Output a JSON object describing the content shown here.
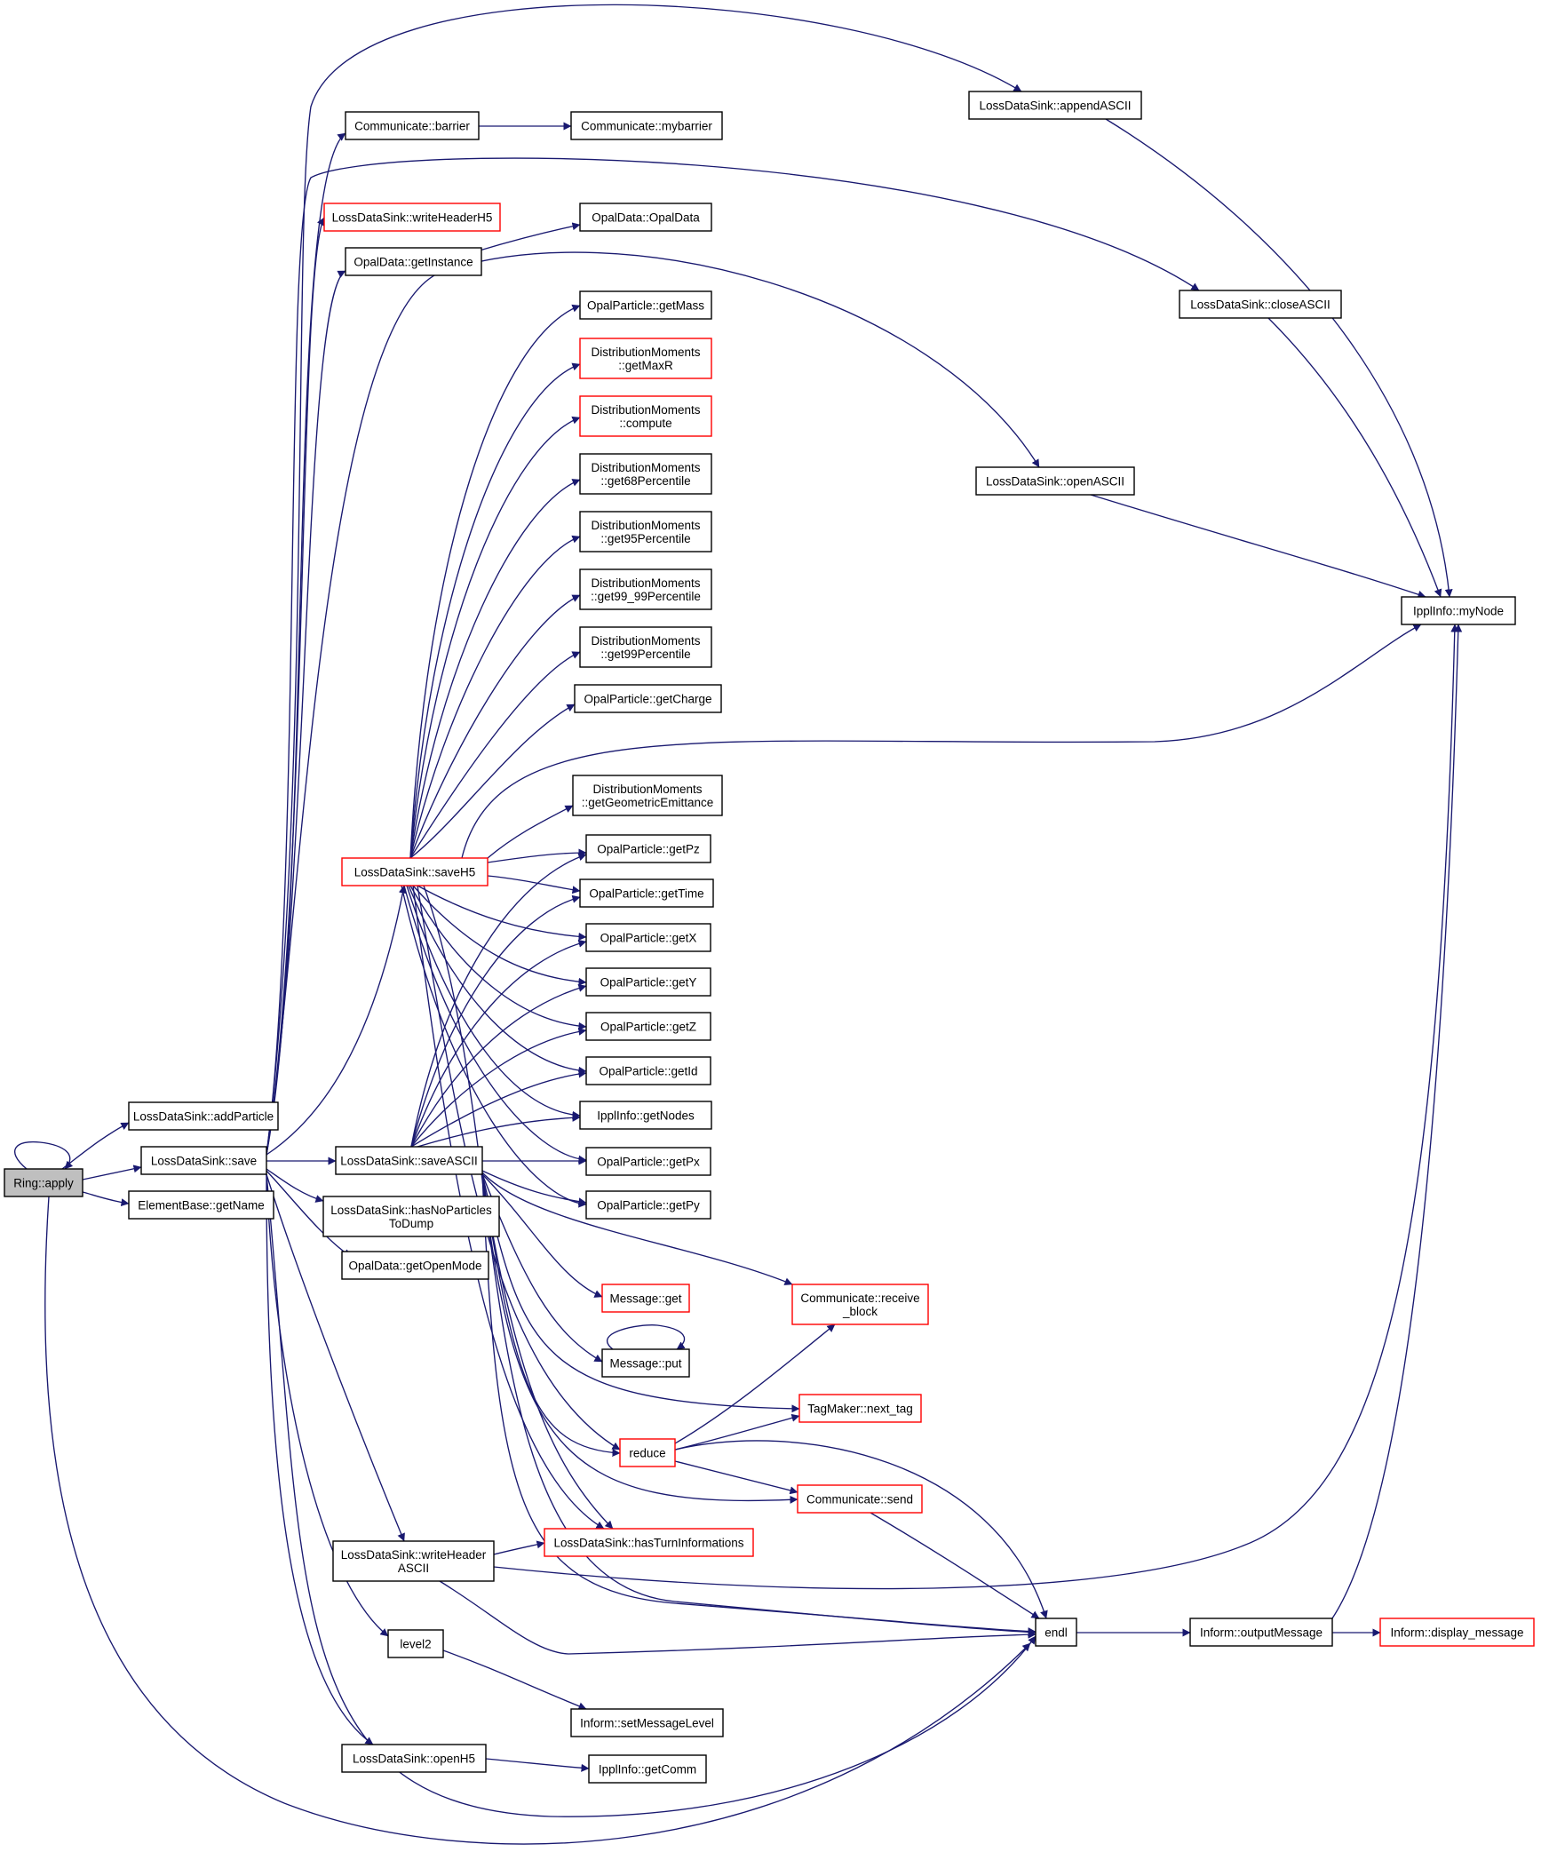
{
  "colors": {
    "edge": "#191970",
    "node_border": "#000000",
    "node_border_truncated": "#ff0000",
    "root_fill": "#bfbfbf",
    "node_fill": "#ffffff"
  },
  "graph": {
    "nodes": [
      {
        "id": "ring_apply",
        "lines": [
          "Ring::apply"
        ],
        "root": true
      },
      {
        "id": "add_particle",
        "lines": [
          "LossDataSink::addParticle"
        ]
      },
      {
        "id": "save",
        "lines": [
          "LossDataSink::save"
        ]
      },
      {
        "id": "get_name",
        "lines": [
          "ElementBase::getName"
        ]
      },
      {
        "id": "barrier",
        "lines": [
          "Communicate::barrier"
        ]
      },
      {
        "id": "mybarrier",
        "lines": [
          "Communicate::mybarrier"
        ]
      },
      {
        "id": "append_ascii",
        "lines": [
          "LossDataSink::appendASCII"
        ]
      },
      {
        "id": "write_header_h5",
        "lines": [
          "LossDataSink::writeHeaderH5"
        ],
        "truncated": true
      },
      {
        "id": "opal_get_instance",
        "lines": [
          "OpalData::getInstance"
        ]
      },
      {
        "id": "opal_ctor",
        "lines": [
          "OpalData::OpalData"
        ]
      },
      {
        "id": "close_ascii",
        "lines": [
          "LossDataSink::closeASCII"
        ]
      },
      {
        "id": "get_mass",
        "lines": [
          "OpalParticle::getMass"
        ]
      },
      {
        "id": "get_max_r",
        "lines": [
          "DistributionMoments",
          "::getMaxR"
        ],
        "truncated": true
      },
      {
        "id": "compute",
        "lines": [
          "DistributionMoments",
          "::compute"
        ],
        "truncated": true
      },
      {
        "id": "p68",
        "lines": [
          "DistributionMoments",
          "::get68Percentile"
        ]
      },
      {
        "id": "p95",
        "lines": [
          "DistributionMoments",
          "::get95Percentile"
        ]
      },
      {
        "id": "p99_99",
        "lines": [
          "DistributionMoments",
          "::get99_99Percentile"
        ]
      },
      {
        "id": "p99",
        "lines": [
          "DistributionMoments",
          "::get99Percentile"
        ]
      },
      {
        "id": "open_ascii",
        "lines": [
          "LossDataSink::openASCII"
        ]
      },
      {
        "id": "my_node",
        "lines": [
          "IpplInfo::myNode"
        ]
      },
      {
        "id": "get_charge",
        "lines": [
          "OpalParticle::getCharge"
        ]
      },
      {
        "id": "geo_emit",
        "lines": [
          "DistributionMoments",
          "::getGeometricEmittance"
        ]
      },
      {
        "id": "save_h5",
        "lines": [
          "LossDataSink::saveH5"
        ],
        "truncated": true
      },
      {
        "id": "get_pz",
        "lines": [
          "OpalParticle::getPz"
        ]
      },
      {
        "id": "get_time",
        "lines": [
          "OpalParticle::getTime"
        ]
      },
      {
        "id": "get_x",
        "lines": [
          "OpalParticle::getX"
        ]
      },
      {
        "id": "get_y",
        "lines": [
          "OpalParticle::getY"
        ]
      },
      {
        "id": "get_z",
        "lines": [
          "OpalParticle::getZ"
        ]
      },
      {
        "id": "get_id",
        "lines": [
          "OpalParticle::getId"
        ]
      },
      {
        "id": "get_nodes",
        "lines": [
          "IpplInfo::getNodes"
        ]
      },
      {
        "id": "save_ascii",
        "lines": [
          "LossDataSink::saveASCII"
        ]
      },
      {
        "id": "get_px",
        "lines": [
          "OpalParticle::getPx"
        ]
      },
      {
        "id": "get_py",
        "lines": [
          "OpalParticle::getPy"
        ]
      },
      {
        "id": "has_no_particles",
        "lines": [
          "LossDataSink::hasNoParticles",
          "ToDump"
        ]
      },
      {
        "id": "get_open_mode",
        "lines": [
          "OpalData::getOpenMode"
        ]
      },
      {
        "id": "message_get",
        "lines": [
          "Message::get"
        ],
        "truncated": true
      },
      {
        "id": "receive_block",
        "lines": [
          "Communicate::receive",
          "_block"
        ],
        "truncated": true
      },
      {
        "id": "message_put",
        "lines": [
          "Message::put"
        ]
      },
      {
        "id": "next_tag",
        "lines": [
          "TagMaker::next_tag"
        ],
        "truncated": true
      },
      {
        "id": "reduce",
        "lines": [
          "reduce"
        ],
        "truncated": true
      },
      {
        "id": "comm_send",
        "lines": [
          "Communicate::send"
        ],
        "truncated": true
      },
      {
        "id": "write_header_ascii",
        "lines": [
          "LossDataSink::writeHeader",
          "ASCII"
        ]
      },
      {
        "id": "has_turn_info",
        "lines": [
          "LossDataSink::hasTurnInformations"
        ],
        "truncated": true
      },
      {
        "id": "endl",
        "lines": [
          "endl"
        ]
      },
      {
        "id": "output_message",
        "lines": [
          "Inform::outputMessage"
        ]
      },
      {
        "id": "display_message",
        "lines": [
          "Inform::display_message"
        ],
        "truncated": true
      },
      {
        "id": "level2",
        "lines": [
          "level2"
        ]
      },
      {
        "id": "set_message_level",
        "lines": [
          "Inform::setMessageLevel"
        ]
      },
      {
        "id": "open_h5",
        "lines": [
          "LossDataSink::openH5"
        ]
      },
      {
        "id": "get_comm",
        "lines": [
          "IpplInfo::getComm"
        ]
      }
    ],
    "edges": [
      [
        "ring_apply",
        "ring_apply"
      ],
      [
        "ring_apply",
        "add_particle"
      ],
      [
        "ring_apply",
        "save"
      ],
      [
        "ring_apply",
        "get_name"
      ],
      [
        "ring_apply",
        "endl"
      ],
      [
        "save",
        "barrier"
      ],
      [
        "save",
        "append_ascii"
      ],
      [
        "save",
        "close_ascii"
      ],
      [
        "save",
        "write_header_h5"
      ],
      [
        "save",
        "opal_get_instance"
      ],
      [
        "save",
        "save_h5"
      ],
      [
        "save",
        "save_ascii"
      ],
      [
        "save",
        "has_no_particles"
      ],
      [
        "save",
        "get_open_mode"
      ],
      [
        "save",
        "write_header_ascii"
      ],
      [
        "save",
        "level2"
      ],
      [
        "save",
        "open_h5"
      ],
      [
        "save",
        "open_ascii"
      ],
      [
        "save",
        "endl"
      ],
      [
        "barrier",
        "mybarrier"
      ],
      [
        "opal_get_instance",
        "opal_ctor"
      ],
      [
        "append_ascii",
        "my_node"
      ],
      [
        "close_ascii",
        "my_node"
      ],
      [
        "open_ascii",
        "my_node"
      ],
      [
        "save_h5",
        "get_mass"
      ],
      [
        "save_h5",
        "get_max_r"
      ],
      [
        "save_h5",
        "compute"
      ],
      [
        "save_h5",
        "p68"
      ],
      [
        "save_h5",
        "p95"
      ],
      [
        "save_h5",
        "p99_99"
      ],
      [
        "save_h5",
        "p99"
      ],
      [
        "save_h5",
        "get_charge"
      ],
      [
        "save_h5",
        "my_node"
      ],
      [
        "save_h5",
        "geo_emit"
      ],
      [
        "save_h5",
        "get_pz"
      ],
      [
        "save_h5",
        "get_time"
      ],
      [
        "save_h5",
        "get_x"
      ],
      [
        "save_h5",
        "get_y"
      ],
      [
        "save_h5",
        "get_z"
      ],
      [
        "save_h5",
        "get_id"
      ],
      [
        "save_h5",
        "get_nodes"
      ],
      [
        "save_h5",
        "get_px"
      ],
      [
        "save_h5",
        "get_py"
      ],
      [
        "save_h5",
        "reduce"
      ],
      [
        "save_h5",
        "has_turn_info"
      ],
      [
        "save_h5",
        "endl"
      ],
      [
        "save_ascii",
        "get_pz"
      ],
      [
        "save_ascii",
        "get_time"
      ],
      [
        "save_ascii",
        "get_x"
      ],
      [
        "save_ascii",
        "get_y"
      ],
      [
        "save_ascii",
        "get_z"
      ],
      [
        "save_ascii",
        "get_id"
      ],
      [
        "save_ascii",
        "get_nodes"
      ],
      [
        "save_ascii",
        "get_px"
      ],
      [
        "save_ascii",
        "get_py"
      ],
      [
        "save_ascii",
        "receive_block"
      ],
      [
        "save_ascii",
        "message_get"
      ],
      [
        "save_ascii",
        "message_put"
      ],
      [
        "save_ascii",
        "next_tag"
      ],
      [
        "save_ascii",
        "reduce"
      ],
      [
        "save_ascii",
        "comm_send"
      ],
      [
        "save_ascii",
        "has_turn_info"
      ],
      [
        "save_ascii",
        "endl"
      ],
      [
        "message_put",
        "message_put"
      ],
      [
        "reduce",
        "receive_block"
      ],
      [
        "reduce",
        "next_tag"
      ],
      [
        "reduce",
        "comm_send"
      ],
      [
        "reduce",
        "endl"
      ],
      [
        "comm_send",
        "endl"
      ],
      [
        "write_header_ascii",
        "has_turn_info"
      ],
      [
        "write_header_ascii",
        "my_node"
      ],
      [
        "write_header_ascii",
        "endl"
      ],
      [
        "endl",
        "output_message"
      ],
      [
        "output_message",
        "display_message"
      ],
      [
        "output_message",
        "my_node"
      ],
      [
        "level2",
        "set_message_level"
      ],
      [
        "open_h5",
        "get_comm"
      ]
    ]
  }
}
